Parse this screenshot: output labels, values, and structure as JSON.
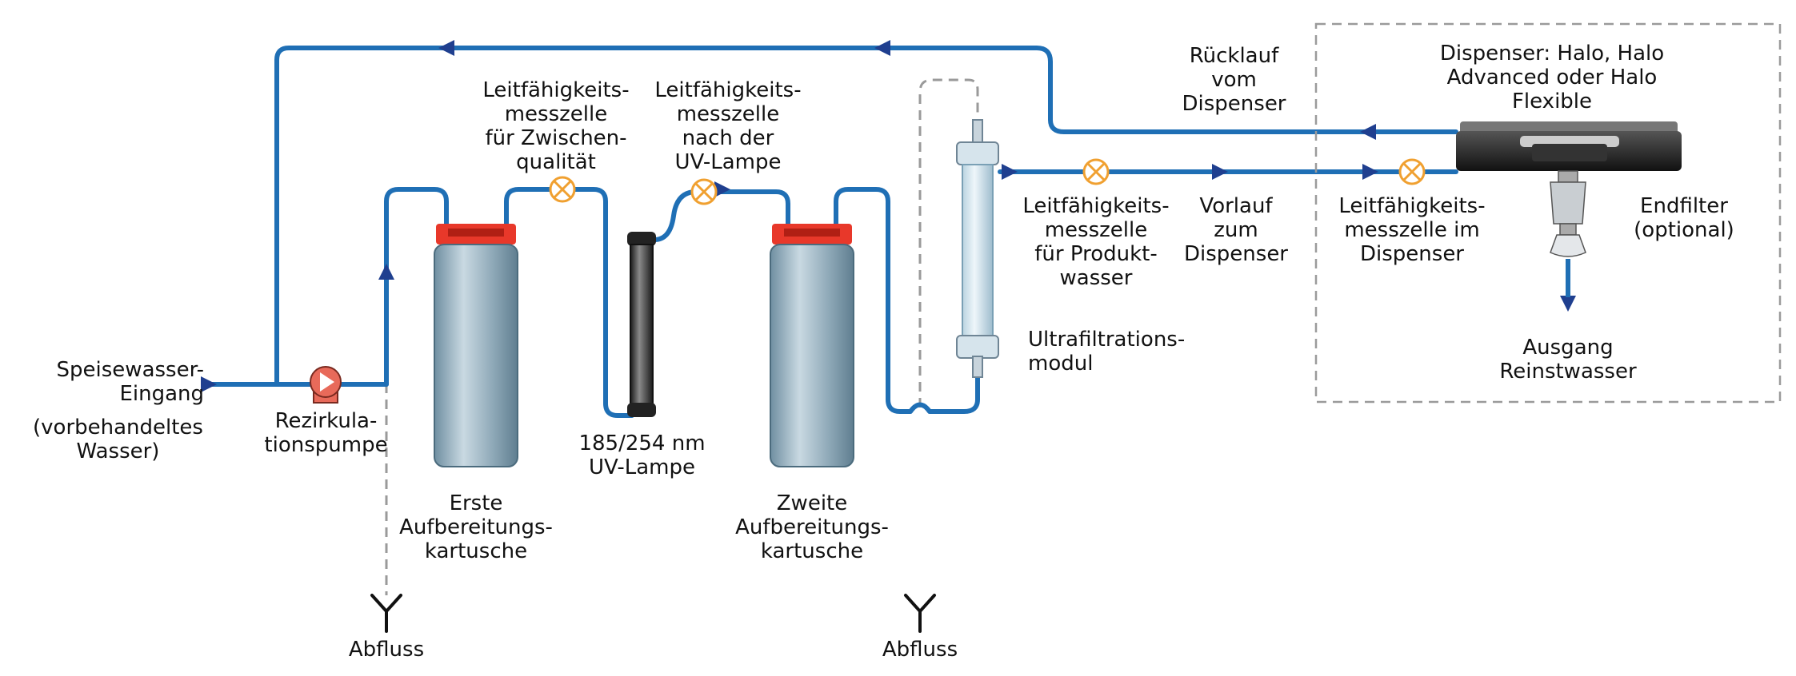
{
  "labels": {
    "feed_inlet": "Speisewasser-\nEingang",
    "feed_note": "(vorbehandeltes\nWasser)",
    "pump": "Rezirkula-\ntionspumpe",
    "cartridge_1": "Erste\nAufbereitungs-\nkartusche",
    "cond_intermediate": "Leitfähigkeits-\nmesszelle\nfür Zwischen-\nqualität",
    "cond_after_uv": "Leitfähigkeits-\nmesszelle\nnach der\nUV-Lampe",
    "uv_lamp": "185/254 nm\nUV-Lampe",
    "cartridge_2": "Zweite\nAufbereitungs-\nkartusche",
    "drain_left": "Abfluss",
    "drain_right": "Abfluss",
    "uf_module": "Ultrafiltrations-\nmodul",
    "cond_product": "Leitfähigkeits-\nmesszelle\nfür Produkt-\nwasser",
    "supply_to_dispenser": "Vorlauf\nzum\nDispenser",
    "return_from_dispenser": "Rücklauf\nvom\nDispenser",
    "dispenser": "Dispenser: Halo, Halo\nAdvanced oder Halo\nFlexible",
    "cond_in_dispenser": "Leitfähigkeits-\nmesszelle im\nDispenser",
    "end_filter": "Endfilter\n(optional)",
    "outlet": "Ausgang\nReinstwasser"
  },
  "colors": {
    "pipe": "#1f6fb5",
    "arrow": "#1f3f8f",
    "sensor": "#f0a030",
    "pump": "#e86a5a",
    "cap": "#e8382a",
    "cartridge": "#8fa9b8",
    "drain_line": "#9a9a9a",
    "dispenser_body": "#222222"
  },
  "icons": [
    "pump-icon",
    "conductivity-sensor-icon",
    "drain-icon",
    "flow-arrow-icon",
    "cartridge-icon",
    "uv-lamp-icon",
    "ultrafiltration-module-icon",
    "dispenser-icon",
    "end-filter-icon"
  ]
}
